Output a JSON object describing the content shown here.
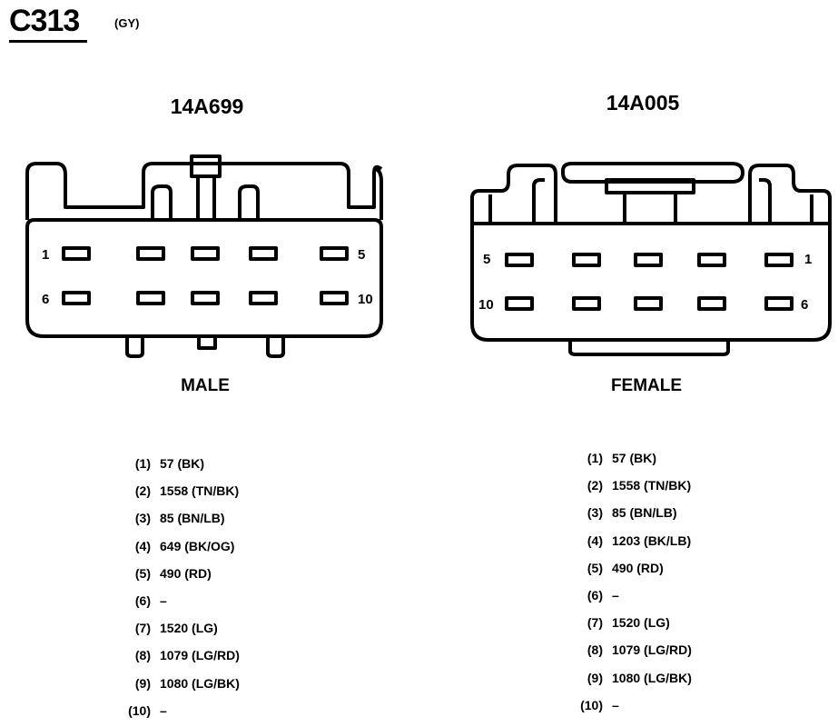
{
  "connector": {
    "id": "C313",
    "color_code": "(GY)"
  },
  "left": {
    "part_number": "14A699",
    "gender": "MALE",
    "pin_labels": [
      "1",
      "5",
      "6",
      "10"
    ],
    "pins": [
      {
        "num": "(1)",
        "value": "57 (BK)"
      },
      {
        "num": "(2)",
        "value": "1558 (TN/BK)"
      },
      {
        "num": "(3)",
        "value": "85 (BN/LB)"
      },
      {
        "num": "(4)",
        "value": "649 (BK/OG)"
      },
      {
        "num": "(5)",
        "value": "490 (RD)"
      },
      {
        "num": "(6)",
        "value": "–"
      },
      {
        "num": "(7)",
        "value": "1520 (LG)"
      },
      {
        "num": "(8)",
        "value": "1079 (LG/RD)"
      },
      {
        "num": "(9)",
        "value": "1080 (LG/BK)"
      },
      {
        "num": "(10)",
        "value": "–"
      }
    ]
  },
  "right": {
    "part_number": "14A005",
    "gender": "FEMALE",
    "pin_labels": [
      "5",
      "1",
      "10",
      "6"
    ],
    "pins": [
      {
        "num": "(1)",
        "value": "57 (BK)"
      },
      {
        "num": "(2)",
        "value": "1558 (TN/BK)"
      },
      {
        "num": "(3)",
        "value": "85 (BN/LB)"
      },
      {
        "num": "(4)",
        "value": "1203 (BK/LB)"
      },
      {
        "num": "(5)",
        "value": "490 (RD)"
      },
      {
        "num": "(6)",
        "value": "–"
      },
      {
        "num": "(7)",
        "value": "1520 (LG)"
      },
      {
        "num": "(8)",
        "value": "1079 (LG/RD)"
      },
      {
        "num": "(9)",
        "value": "1080 (LG/BK)"
      },
      {
        "num": "(10)",
        "value": "–"
      }
    ]
  }
}
